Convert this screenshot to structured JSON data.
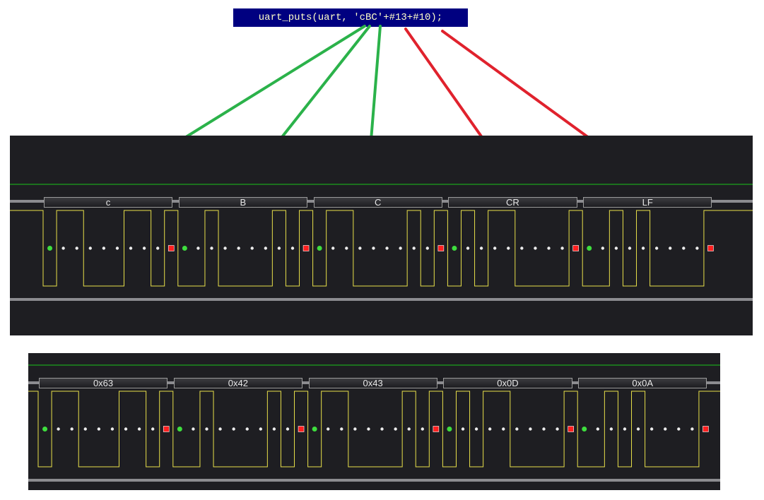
{
  "code": {
    "text": "uart_puts(uart, 'cBC'+#13+#10);"
  },
  "colors": {
    "code_bg": "#000080",
    "code_text": "#ffffc8",
    "panel_bg": "#1e1e22",
    "trace": "#e8e04a",
    "baseline": "#19c419",
    "start_dot": "#3ede3e",
    "stop_marker": "#ff2020",
    "bit_dot": "#ececec",
    "connector_green": "#2bb24a",
    "connector_red": "#e0222d"
  },
  "decoded_chars": [
    {
      "label": "c",
      "hex": "0x63",
      "connector": "green",
      "bits": [
        1,
        1,
        0,
        0,
        0,
        1,
        1,
        0
      ]
    },
    {
      "label": "B",
      "hex": "0x42",
      "connector": "green",
      "bits": [
        0,
        1,
        0,
        0,
        0,
        0,
        1,
        0
      ]
    },
    {
      "label": "C",
      "hex": "0x43",
      "connector": "green",
      "bits": [
        1,
        1,
        0,
        0,
        0,
        0,
        1,
        0
      ]
    },
    {
      "label": "CR",
      "hex": "0x0D",
      "connector": "red",
      "bits": [
        1,
        0,
        1,
        1,
        0,
        0,
        0,
        0
      ]
    },
    {
      "label": "LF",
      "hex": "0x0A",
      "connector": "red",
      "bits": [
        0,
        1,
        0,
        1,
        0,
        0,
        0,
        0
      ]
    }
  ],
  "panels": [
    {
      "name": "ascii-panel",
      "label_key": "label"
    },
    {
      "name": "hex-panel",
      "label_key": "hex"
    }
  ]
}
